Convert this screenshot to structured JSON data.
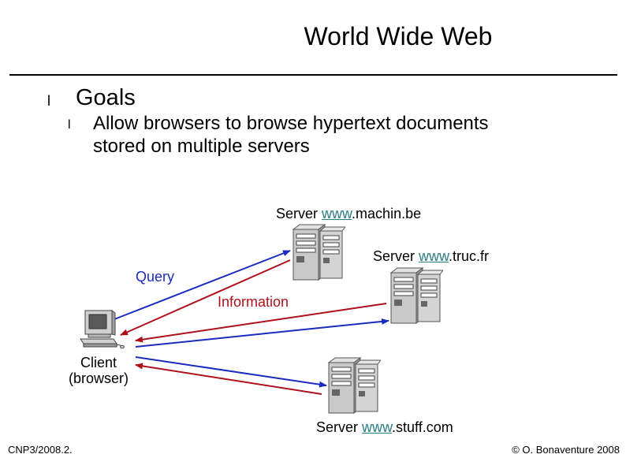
{
  "title": "World Wide Web",
  "bullets": {
    "level1": "l",
    "level2": "l"
  },
  "goals": {
    "heading": "Goals",
    "items": [
      "Allow browsers to browse hypertext documents",
      "stored on multiple servers"
    ]
  },
  "diagram": {
    "server1": {
      "prefix": "Server ",
      "link": "www",
      "suffix": ".machin.be"
    },
    "server2": {
      "prefix": "Server ",
      "link": "www",
      "suffix": ".truc.fr"
    },
    "server3": {
      "prefix": "Server ",
      "link": "www",
      "suffix": ".stuff.com"
    },
    "client_line1": "Client",
    "client_line2": "(browser)",
    "query_label": "Query",
    "information_label": "Information",
    "colors": {
      "query": "#1a2bbf",
      "information": "#b0101a",
      "link": "#2a7f84"
    }
  },
  "footer": {
    "left": "CNP3/2008.2.",
    "right": "© O. Bonaventure 2008"
  }
}
